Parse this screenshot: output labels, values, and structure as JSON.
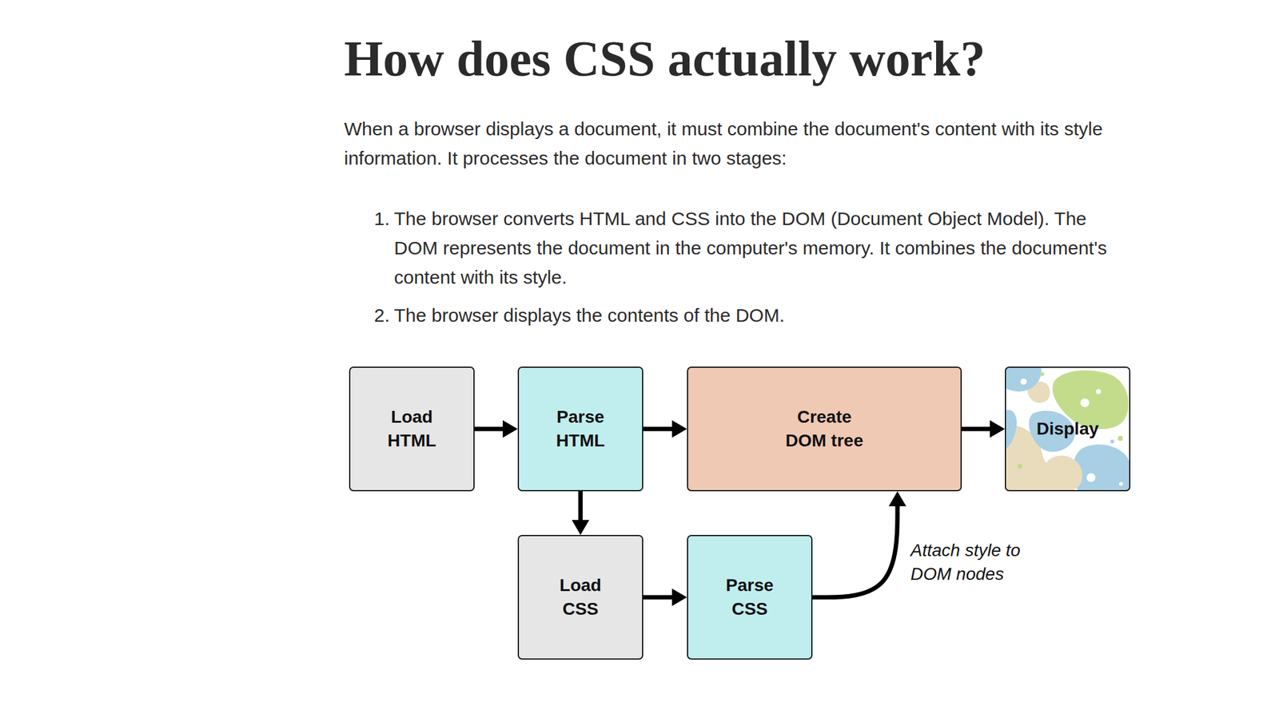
{
  "diagram": {
    "title": "How does CSS actually work?",
    "nodes": [
      {
        "text": [
          "Load HTML"
        ]
      },
      {
        "text": [
          "Parse HTML"
        ]
      },
      {
        "text": [
          "Create DOM tree"
        ]
      },
      {
        "text": [
          "Display"
        ]
      },
      {
        "text": [
          "Load CSS"
        ]
      },
      {
        "text": [
          "Parse CSS"
        ]
      }
    ],
    "edges": [
      {
        "from": 0,
        "to": 1,
        "arrow": "to"
      },
      {
        "from": 1,
        "to": 2,
        "arrow": "to"
      },
      {
        "from": 2,
        "to": 3,
        "arrow": "to"
      },
      {
        "from": 1,
        "to": 4,
        "arrow": "to"
      },
      {
        "from": 4,
        "to": 5,
        "arrow": "to"
      },
      {
        "from": 5,
        "to": 2,
        "label": "Attach style to DOM nodes",
        "arrow": "to"
      }
    ],
    "labels": [
      "When a browser displays a document, it must combine the document's content with its style information. It processes the document in two stages:",
      "1.",
      "The browser converts HTML and CSS into the DOM (Document Object Model). The DOM represents the document in the computer's memory. It combines the document's content with its style.",
      "2.",
      "The browser displays the contents of the DOM."
    ]
  }
}
